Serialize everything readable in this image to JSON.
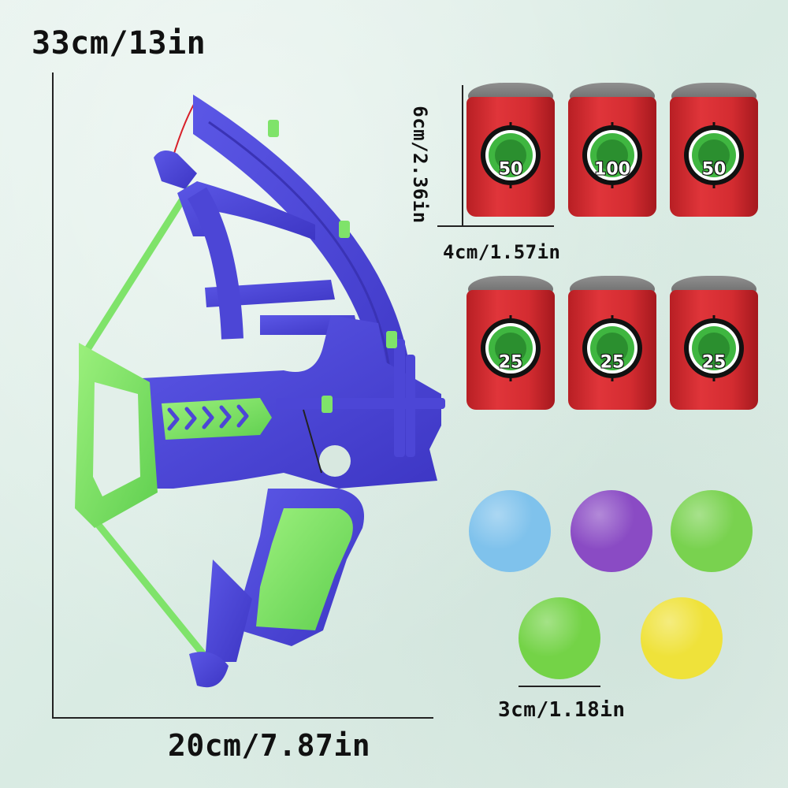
{
  "dimensions": {
    "bow_height": "33cm/13in",
    "bow_width": "20cm/7.87in",
    "can_height": "6cm/2.36in",
    "can_width": "4cm/1.57in",
    "ball_size": "3cm/1.18in"
  },
  "cans": {
    "top_row": [
      "50",
      "100",
      "50"
    ],
    "bottom_row": [
      "25",
      "25",
      "25"
    ]
  },
  "balls": [
    {
      "color": "#7fc2ec"
    },
    {
      "color": "#8a4bc4"
    },
    {
      "color": "#79d24f"
    },
    {
      "color": "#74d347"
    },
    {
      "color": "#efe23a"
    }
  ],
  "colors": {
    "bow_blue": "#4c46d6",
    "bow_green": "#7fe36a",
    "can_red": "#d42c31",
    "target_green": "#3fb640"
  }
}
